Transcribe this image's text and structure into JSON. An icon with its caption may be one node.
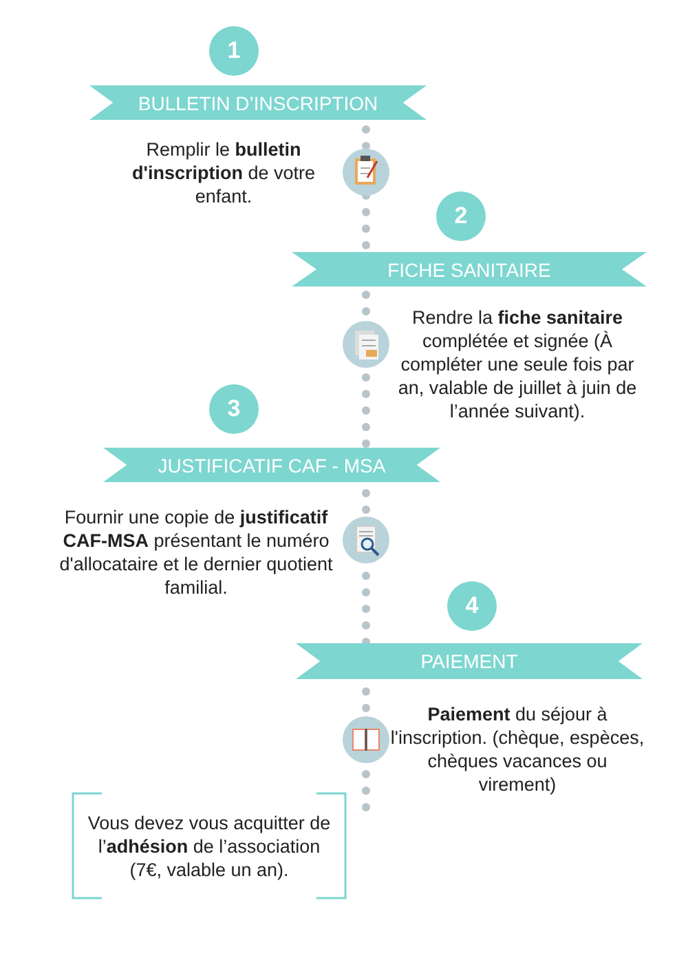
{
  "diagram": {
    "nodes": [
      {
        "text": [
          "1"
        ]
      },
      {
        "text": [
          "BULLETIN D’INSCRIPTION"
        ]
      },
      {
        "text": [
          "2"
        ]
      },
      {
        "text": [
          "FICHE SANITAIRE"
        ]
      },
      {
        "text": [
          "3"
        ]
      },
      {
        "text": [
          "JUSTIFICATIF CAF - MSA"
        ]
      },
      {
        "text": [
          "4"
        ]
      },
      {
        "text": [
          "PAIEMENT"
        ]
      },
      {
        "text": [
          "Vous devez vous acquitter de l’**adhésion** de l’association (7€, valable un an)."
        ]
      }
    ],
    "edges": [],
    "labels": [
      "Remplir le **bulletin d'inscription** de votre enfant.",
      "Rendre la **fiche sanitaire** complétée et signée (À compléter une seule fois par an, valable de juillet à juin de l’année suivant).",
      "Fournir une copie de **justificatif CAF-MSA** présentant le numéro d'allocataire et le dernier quotient familial.",
      "**Paiement** du séjour à l'inscription. (chèque, espèces, chèques vacances ou virement)"
    ]
  }
}
